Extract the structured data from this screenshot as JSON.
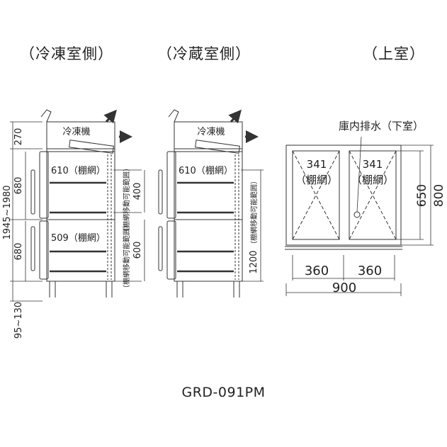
{
  "headers": {
    "freezer": "（冷凍室側）",
    "fridge": "（冷蔵室側）",
    "top": "（上室）"
  },
  "model": "GRD-091PM",
  "freezer_view": {
    "compressor_label": "冷凍機",
    "dim_top": "270",
    "dim_upper": "680",
    "dim_lower": "680",
    "dim_total": "1945~1980",
    "dim_feet": "95~130",
    "shelf_upper": "610（棚網）",
    "shelf_lower": "509（棚網）",
    "range_upper": "400",
    "range_lower": "600",
    "range_note": "（棚網移動可能範囲）"
  },
  "fridge_view": {
    "compressor_label": "冷凍機",
    "shelf": "610（棚網）",
    "range": "1200",
    "range_note": "（棚網移動可能範囲）"
  },
  "top_view": {
    "drain_label": "庫内排水（下室）",
    "left_shelf_w": "341",
    "left_shelf_label": "（棚網）",
    "right_shelf_w": "341",
    "right_shelf_label": "（棚網）",
    "depth_inner": "650",
    "depth_outer": "800",
    "bay_left": "360",
    "bay_right": "360",
    "width_total": "900"
  }
}
